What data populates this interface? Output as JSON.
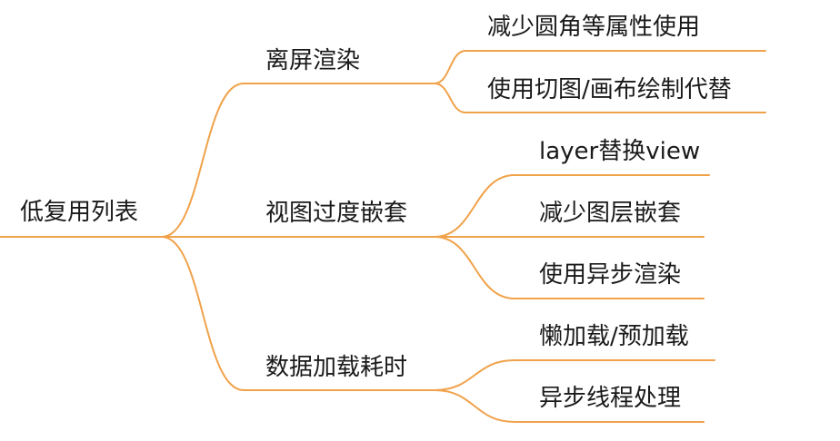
{
  "colors": {
    "line": "#F0A24A",
    "text": "#1A1A1A",
    "background": "#FFFFFF"
  },
  "mindmap": {
    "root": "低复用列表",
    "branches": [
      {
        "label": "离屏渲染",
        "children": [
          "减少圆角等属性使用",
          "使用切图/画布绘制代替"
        ]
      },
      {
        "label": "视图过度嵌套",
        "children": [
          "layer替换view",
          "减少图层嵌套",
          "使用异步渲染"
        ]
      },
      {
        "label": "数据加载耗时",
        "children": [
          "懒加载/预加载",
          "异步线程处理"
        ]
      }
    ]
  }
}
